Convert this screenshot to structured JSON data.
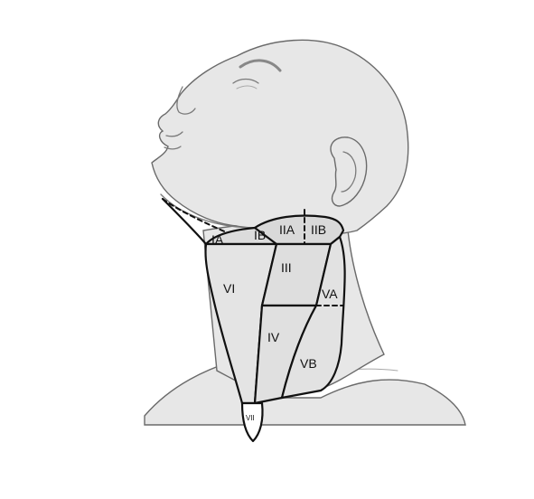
{
  "diagram": {
    "levels": [
      {
        "id": "IA",
        "label": "IA"
      },
      {
        "id": "IB",
        "label": "IB"
      },
      {
        "id": "IIA",
        "label": "IIA"
      },
      {
        "id": "IIB",
        "label": "IIB"
      },
      {
        "id": "III",
        "label": "III"
      },
      {
        "id": "IV",
        "label": "IV"
      },
      {
        "id": "VA",
        "label": "VA"
      },
      {
        "id": "VB",
        "label": "VB"
      },
      {
        "id": "VI",
        "label": "VI"
      },
      {
        "id": "VII",
        "label": "VII"
      }
    ]
  }
}
